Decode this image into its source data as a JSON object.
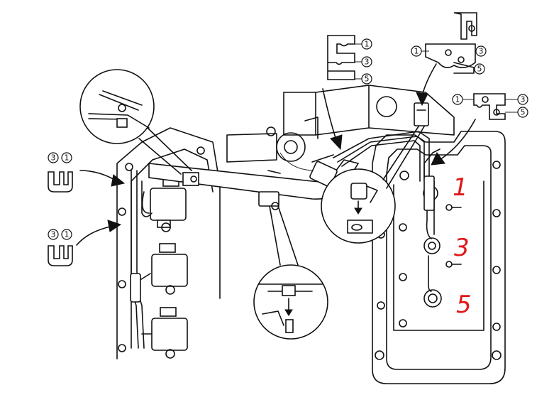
{
  "callouts": {
    "left_top": [
      "3",
      "1"
    ],
    "left_bottom": [
      "3",
      "1"
    ],
    "top_left_clamp": [
      "1",
      "3",
      "5"
    ],
    "top_right_clamp": [
      "1",
      "3",
      "5"
    ],
    "mid_right_clamp": [
      "1",
      "3",
      "5"
    ]
  },
  "handwritten": {
    "cyl_1": "1",
    "cyl_3": "3",
    "cyl_5": "5",
    "color": "#e01818"
  }
}
